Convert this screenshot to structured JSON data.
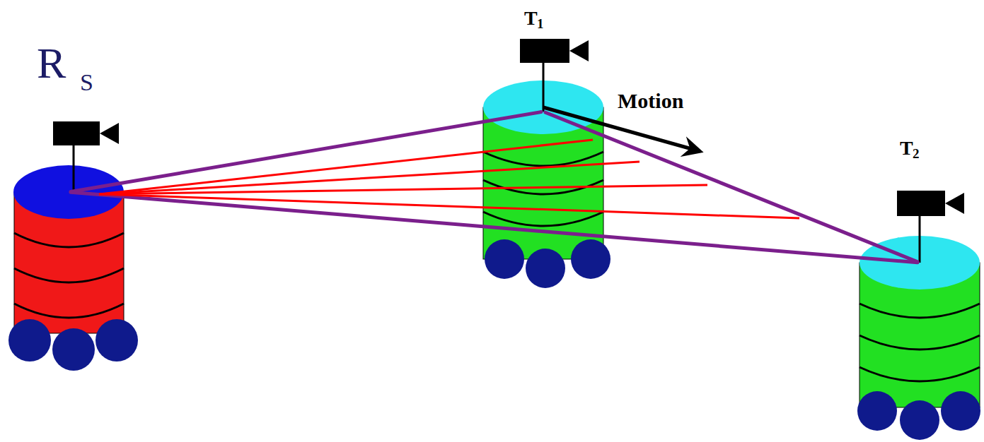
{
  "diagram": {
    "nodes": [
      {
        "text": [
          "R",
          "S"
        ]
      },
      {
        "text": [
          "T",
          "1"
        ]
      },
      {
        "text": [
          "T",
          "2"
        ]
      }
    ],
    "edges": [
      {
        "from": 0,
        "to": 1,
        "arrow": "none"
      },
      {
        "from": 0,
        "to": 2,
        "arrow": "none"
      },
      {
        "from": 1,
        "to": 2,
        "arrow": "none"
      }
    ],
    "labels": [
      "Motion"
    ]
  }
}
